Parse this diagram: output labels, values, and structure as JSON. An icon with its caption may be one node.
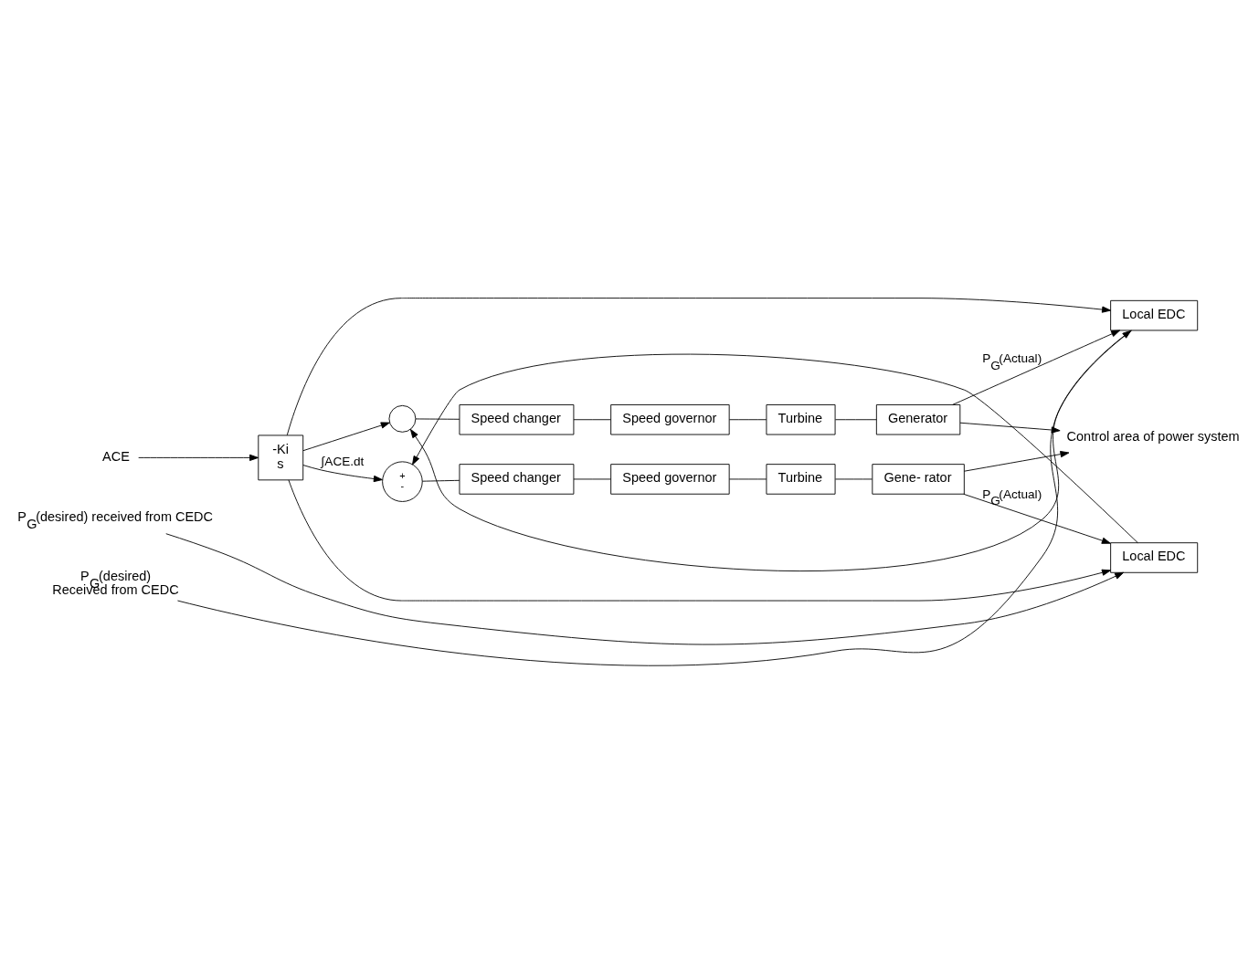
{
  "diagram": {
    "nodes": [
      {
        "text": [
          "ACE"
        ]
      },
      {
        "text": [
          "-Ki",
          "s"
        ]
      },
      {
        "text": [
          "+",
          "-"
        ]
      },
      {
        "text": [
          "Speed changer"
        ]
      },
      {
        "text": [
          "Speed governor"
        ]
      },
      {
        "text": [
          "Turbine"
        ]
      },
      {
        "text": [
          "Gene- rator"
        ]
      },
      {
        "text": [
          "Local EDC"
        ]
      },
      {
        "text": [
          "P$_{G}$(desired) received from CEDC"
        ]
      },
      {
        "text": [
          "Control area of power system"
        ]
      },
      {
        "text": [],
        "shape": "circle"
      },
      {
        "text": [
          "Speed changer"
        ]
      },
      {
        "text": [
          "Speed governor"
        ]
      },
      {
        "text": [
          "Turbine"
        ]
      },
      {
        "text": [
          "Generator"
        ]
      },
      {
        "text": [
          "Local EDC"
        ]
      },
      {
        "text": [
          "P$_{G}$(desired)",
          "Received from CEDC"
        ]
      }
    ],
    "edges": [
      {
        "from": 0,
        "to": 1,
        "arrow": "to"
      },
      {
        "from": 1,
        "to": 2,
        "arrow": "to",
        "label": "∫ACE.dt"
      },
      {
        "from": 1,
        "to": 7,
        "arrow": "to"
      },
      {
        "from": 1,
        "to": 10,
        "arrow": "to"
      },
      {
        "from": 1,
        "to": 15,
        "arrow": "to"
      },
      {
        "from": 7,
        "to": 2,
        "arrow": "to"
      },
      {
        "from": 2,
        "to": 3,
        "arrow": "none"
      },
      {
        "from": 3,
        "to": 4,
        "arrow": "none"
      },
      {
        "from": 4,
        "to": 5,
        "arrow": "none"
      },
      {
        "from": 5,
        "to": 6,
        "arrow": "none"
      },
      {
        "from": 6,
        "to": 9,
        "arrow": "to"
      },
      {
        "from": 6,
        "to": 7,
        "arrow": "to",
        "label": "P$_{G}$(Actual)"
      },
      {
        "from": 8,
        "to": 7,
        "arrow": "to"
      },
      {
        "from": 10,
        "to": 11,
        "arrow": "none"
      },
      {
        "from": 11,
        "to": 12,
        "arrow": "none"
      },
      {
        "from": 12,
        "to": 13,
        "arrow": "none"
      },
      {
        "from": 13,
        "to": 14,
        "arrow": "none"
      },
      {
        "from": 14,
        "to": 9,
        "arrow": "to"
      },
      {
        "from": 14,
        "to": 15,
        "arrow": "to",
        "label": "P$_{G}$(Actual)"
      },
      {
        "from": 15,
        "to": 10,
        "arrow": "to"
      },
      {
        "from": 16,
        "to": 15,
        "arrow": "to"
      }
    ]
  }
}
